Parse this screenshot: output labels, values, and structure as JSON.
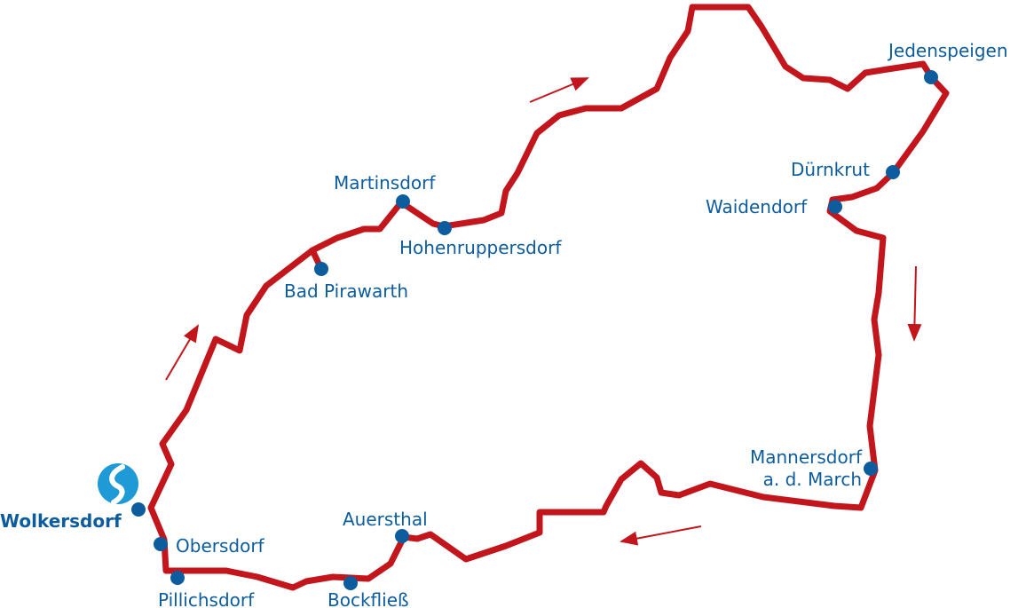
{
  "colors": {
    "route": "#c3161c",
    "stop": "#0d5c9e",
    "logo": "#1e9ad6"
  },
  "logo": {
    "icon": "s-bahn-logo",
    "text": "S"
  },
  "stations": {
    "wolkersdorf": "Wolkersdorf",
    "obersdorf": "Obersdorf",
    "pillichsdorf": "Pillichsdorf",
    "bockfliess": "Bockfließ",
    "auersthal": "Auersthal",
    "bad_pirawarth": "Bad Pirawarth",
    "martinsdorf": "Martinsdorf",
    "hohenruppersdorf": "Hohenruppersdorf",
    "jedenspeigen": "Jedenspeigen",
    "duernkrut": "Dürnkrut",
    "waidendorf": "Waidendorf",
    "mannersdorf_1": "Mannersdorf",
    "mannersdorf_2": "a. d. March"
  }
}
